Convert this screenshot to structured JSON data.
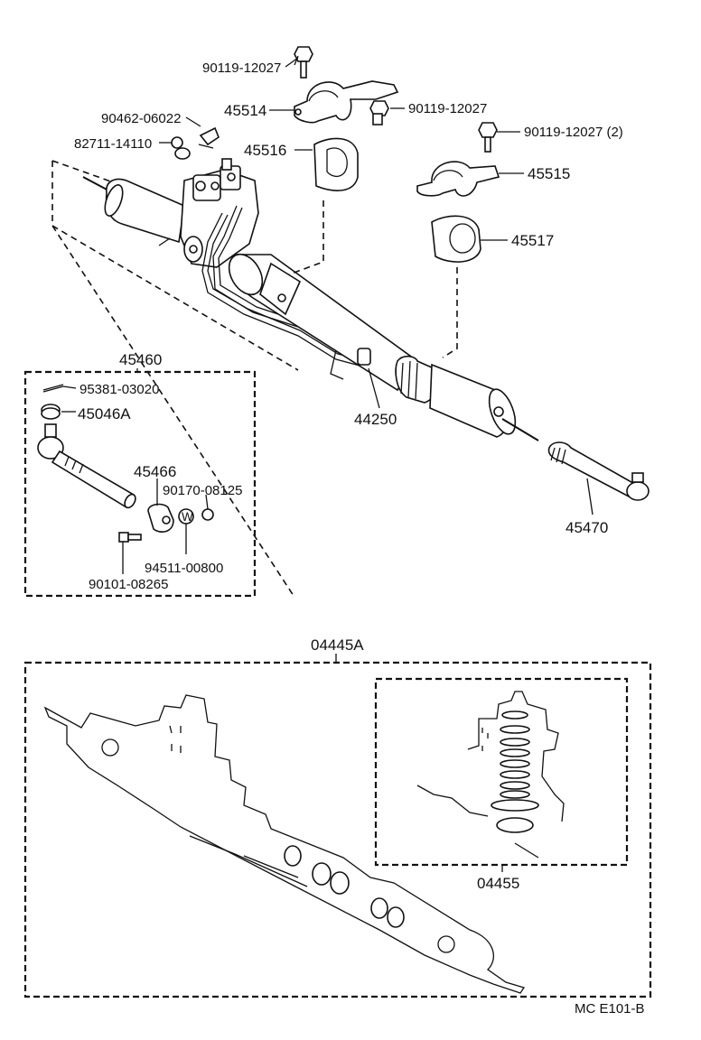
{
  "labels": {
    "bolt_top": "90119-12027",
    "bolt_right": "90119-12027",
    "bolt_far_right": "90119-12027 (2)",
    "bracket_left": "45514",
    "bracket_right": "45515",
    "bushing_left": "45516",
    "bushing_right": "45517",
    "clip": "90462-06022",
    "clamp": "82711-14110",
    "gear_assembly": "44250",
    "tie_rod_left_set": "45460",
    "cotter_pin": "95381-03020",
    "nut": "45046A",
    "stopper": "45466",
    "small_nut": "90170-08125",
    "washer": "94511-00800",
    "small_bolt": "90101-08265",
    "tie_rod_right": "45470",
    "housing_kit": "04445A",
    "valve_kit": "04455",
    "diagram_code": "MC  E101-B"
  },
  "symbols": {
    "washer_mark": "W"
  }
}
